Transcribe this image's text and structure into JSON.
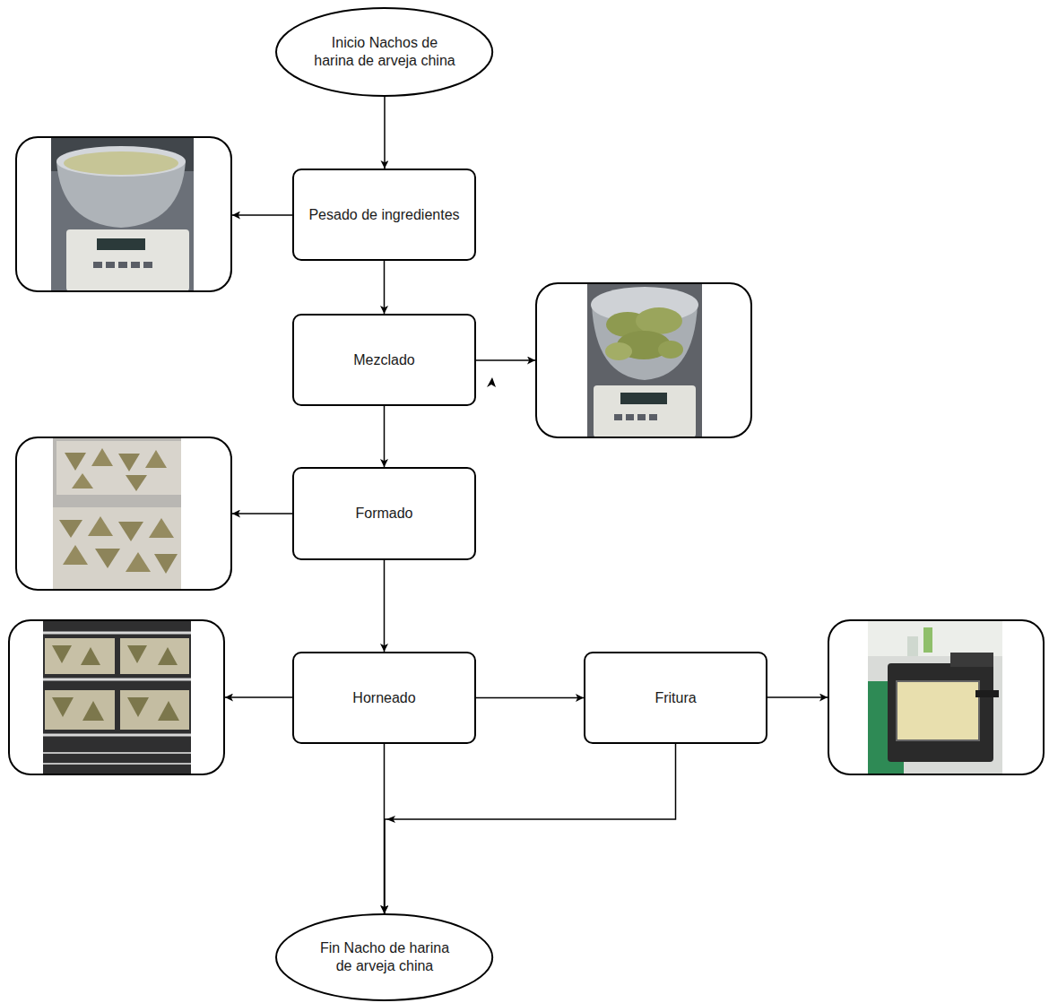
{
  "diagram": {
    "nodes": [
      {
        "text": [
          "Inicio Nachos de harina de arveja china"
        ]
      },
      {
        "text": [
          "Pesado de ingredientes"
        ]
      },
      {
        "text": [
          "Mezclado"
        ]
      },
      {
        "text": [
          "Formado"
        ]
      },
      {
        "text": [
          "Horneado"
        ]
      },
      {
        "text": [
          "Fritura"
        ]
      },
      {
        "text": [
          "Fin Nacho de harina de arveja china"
        ]
      }
    ],
    "edges": [
      {
        "from": 0,
        "to": 1,
        "arrow": "to"
      },
      {
        "from": 1,
        "to": 2,
        "arrow": "to"
      },
      {
        "from": 2,
        "to": 3,
        "arrow": "to"
      },
      {
        "from": 3,
        "to": 4,
        "arrow": "to"
      },
      {
        "from": 4,
        "to": 5,
        "arrow": "to"
      },
      {
        "from": 4,
        "to": 6,
        "arrow": "to"
      },
      {
        "from": 5,
        "to": 6,
        "arrow": "to"
      }
    ]
  }
}
